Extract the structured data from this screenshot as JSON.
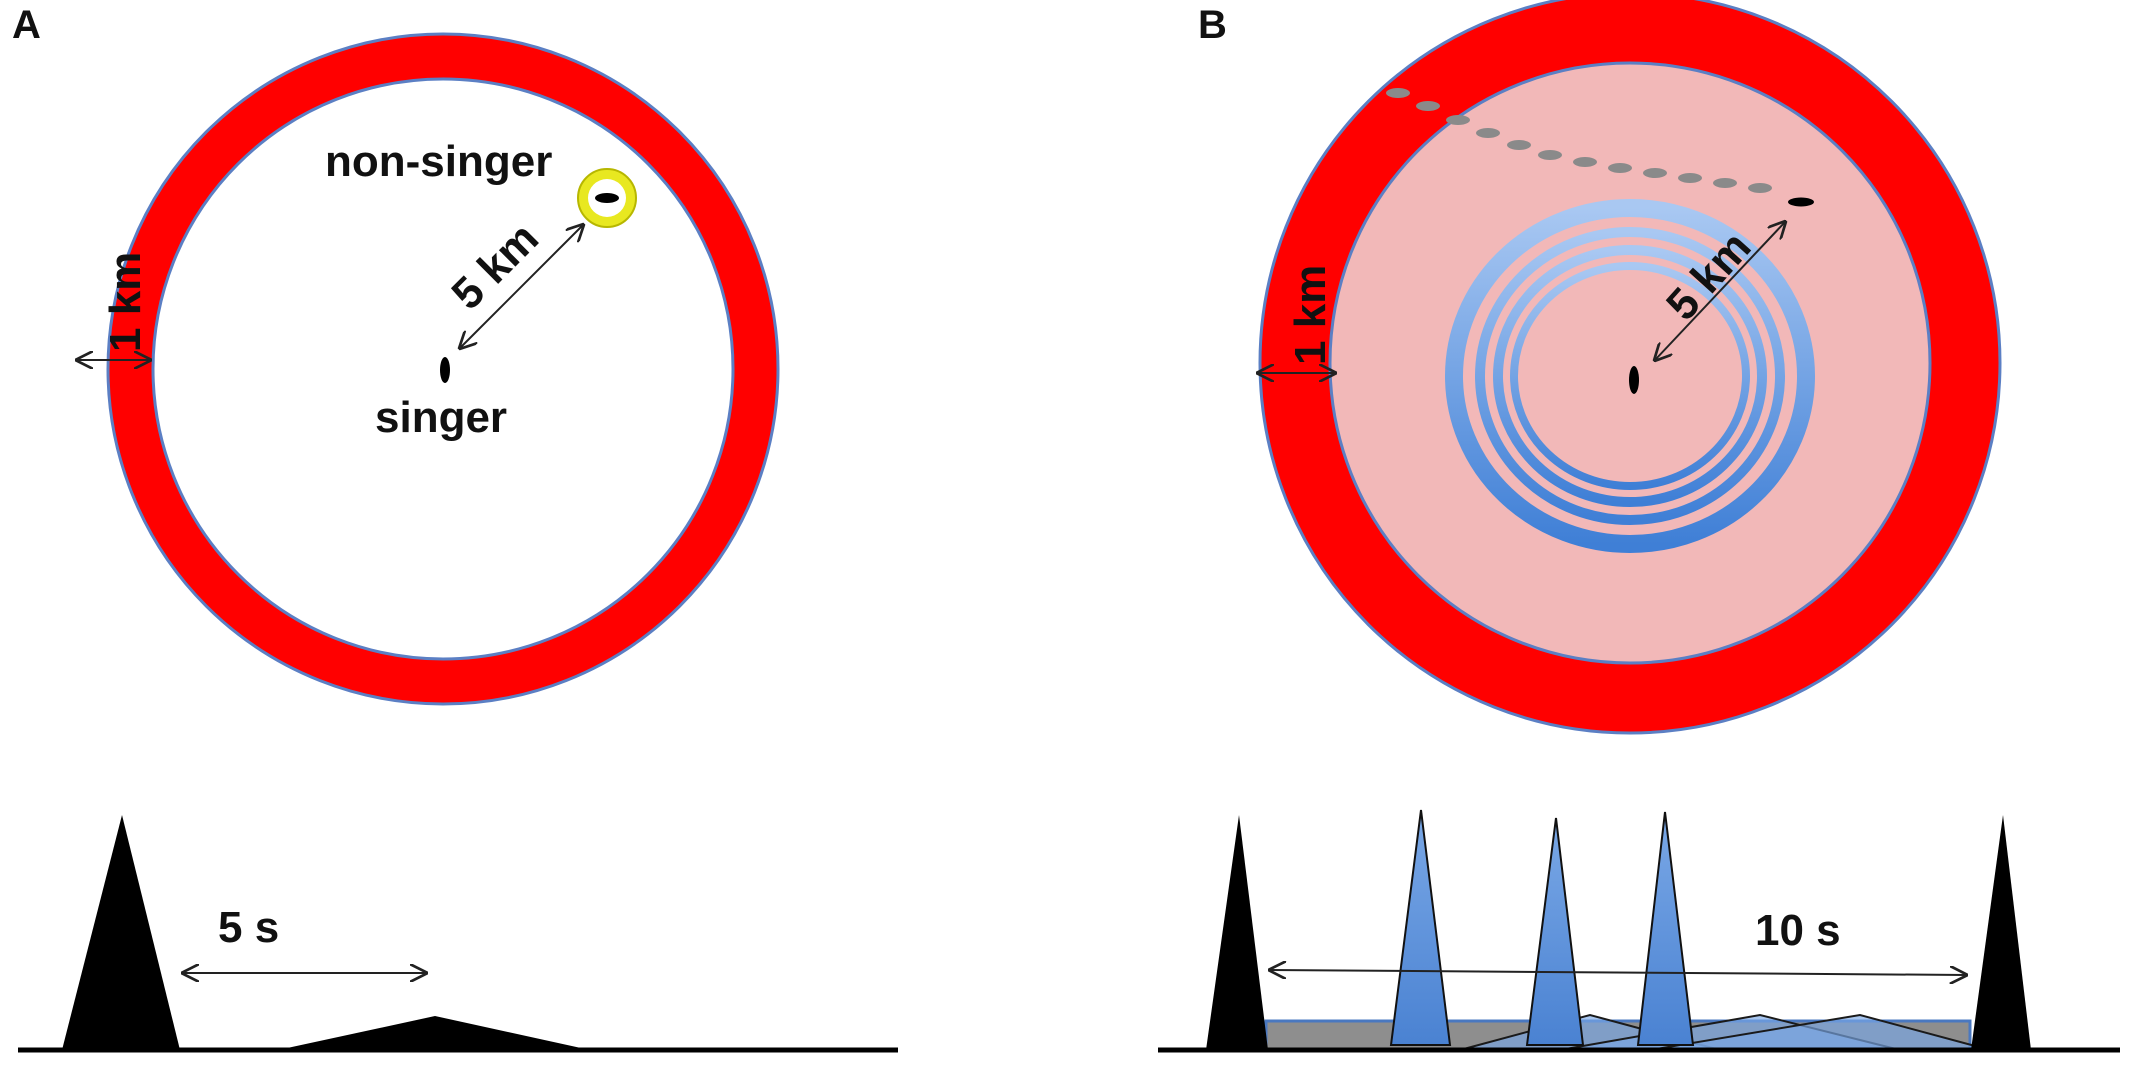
{
  "panel_a": {
    "letter": "A",
    "label_non_singer": "non-singer",
    "label_singer": "singer",
    "label_distance": "5 km",
    "label_width": "1 km",
    "label_time": "5 s"
  },
  "panel_b": {
    "letter": "B",
    "label_distance": "5 km",
    "label_width": "1 km",
    "label_time": "10 s"
  },
  "colors": {
    "ring_red": "#ff0000",
    "ring_outline": "#5b7fc4",
    "inner_pink": "#f2b8b8",
    "wave_blue": "#5b8fd8",
    "highlight_yellow": "#e8e820"
  }
}
